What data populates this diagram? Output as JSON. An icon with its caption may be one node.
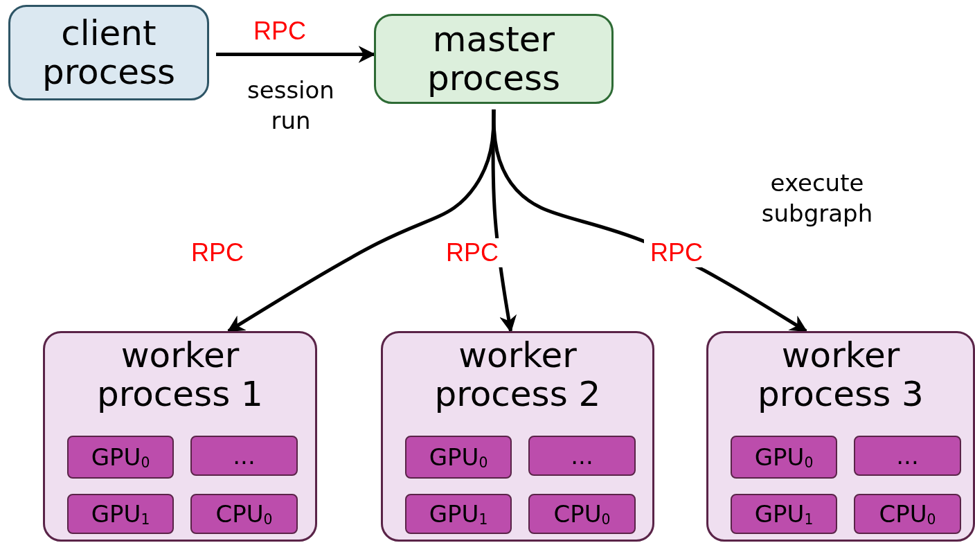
{
  "diagram": {
    "nodes": [
      {
        "text": [
          "client process"
        ]
      },
      {
        "text": [
          "master process"
        ]
      },
      {
        "text": [
          "worker process 1"
        ]
      },
      {
        "text": [
          "GPU$_{0}$"
        ],
        "in": 2
      },
      {
        "text": [
          "..."
        ],
        "in": 2
      },
      {
        "text": [
          "GPU$_{1}$"
        ],
        "in": 2
      },
      {
        "text": [
          "CPU$_{0}$"
        ],
        "in": 2
      },
      {
        "text": [
          "worker process 2"
        ]
      },
      {
        "text": [
          "GPU$_{0}$"
        ],
        "in": 7
      },
      {
        "text": [
          "..."
        ],
        "in": 7
      },
      {
        "text": [
          "GPU$_{1}$"
        ],
        "in": 7
      },
      {
        "text": [
          "CPU$_{0}$"
        ],
        "in": 7
      },
      {
        "text": [
          "worker process 3"
        ]
      },
      {
        "text": [
          "GPU$_{0}$"
        ],
        "in": 12
      },
      {
        "text": [
          "..."
        ],
        "in": 12
      },
      {
        "text": [
          "GPU$_{1}$"
        ],
        "in": 12
      },
      {
        "text": [
          "CPU$_{0}$"
        ],
        "in": 12
      }
    ],
    "edges": [
      {
        "from": 0,
        "to": 1,
        "arrow": "to",
        "label": "RPC"
      },
      {
        "from": 1,
        "to": 2,
        "arrow": "to",
        "label": "RPC"
      },
      {
        "from": 1,
        "to": 7,
        "arrow": "to",
        "label": "RPC"
      },
      {
        "from": 1,
        "to": 12,
        "arrow": "to",
        "label": "RPC"
      }
    ],
    "labels": [
      "session run",
      "execute subgraph"
    ]
  }
}
